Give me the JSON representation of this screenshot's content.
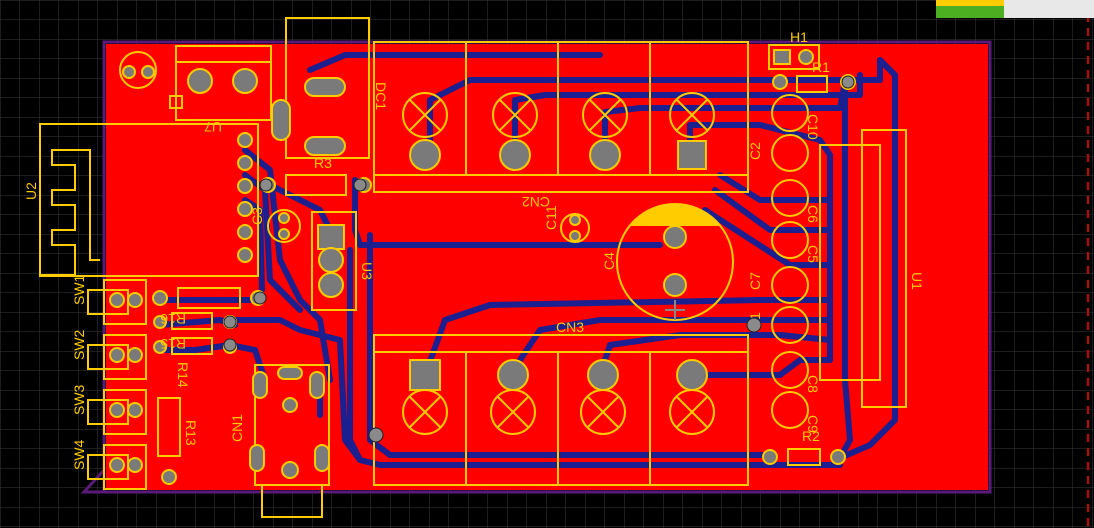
{
  "designators": {
    "h1": "H1",
    "r1": "R1",
    "r2": "R2",
    "r3": "R3",
    "r13": "R13",
    "r14": "R14",
    "r15": "R15",
    "r16": "R16",
    "u1": "U1",
    "u2": "U2",
    "u3": "U3",
    "u7": "U7",
    "dc1": "DC1",
    "cn1": "CN1",
    "cn2": "CN2",
    "cn3": "CN3",
    "c1": "C1",
    "c2": "C2",
    "c3": "C3",
    "c4": "C4",
    "c5": "C5",
    "c6": "C6",
    "c7": "C7",
    "c8": "C8",
    "c9": "C9",
    "c10": "C10",
    "c11": "C11",
    "sw1": "SW1",
    "sw2": "SW2",
    "sw3": "SW3",
    "sw4": "SW4"
  },
  "colors": {
    "background": "#000000",
    "grid": "#3a3a3a",
    "copper": "#ff0000",
    "trace": "#1b1f8f",
    "silkscreen": "#ffcc00",
    "outline": "#5a1a7a",
    "pad": "#7a7a7a",
    "keepout": "#cc0000",
    "legend_green": "#4caf22",
    "legend_yellow": "#ffcc00",
    "legend_white": "#e8e8e8"
  }
}
